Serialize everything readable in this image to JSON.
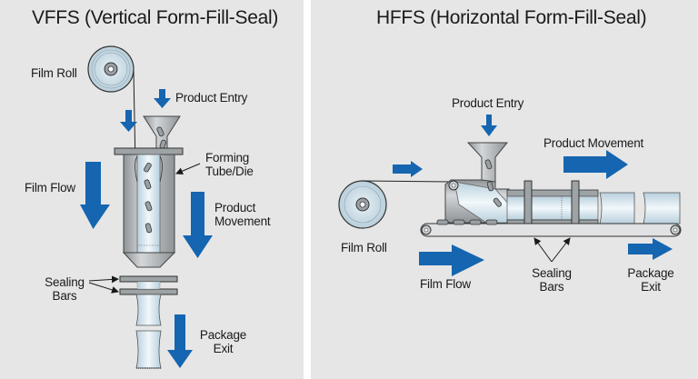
{
  "colors": {
    "background": "#e6e6e6",
    "divider": "#ffffff",
    "arrow_blue": "#1565b0",
    "metal": "#a9aeb2",
    "film": "#d6e6ef",
    "text": "#1a1a1a"
  },
  "vffs": {
    "title": "VFFS (Vertical Form-Fill-Seal)",
    "labels": {
      "film_roll": "Film Roll",
      "product_entry": "Product Entry",
      "forming_1": "Forming",
      "forming_2": "Tube/Die",
      "film_flow": "Film Flow",
      "product_movement_1": "Product",
      "product_movement_2": "Movement",
      "sealing_1": "Sealing",
      "sealing_2": "Bars",
      "package_1": "Package",
      "package_2": "Exit"
    }
  },
  "hffs": {
    "title": "HFFS (Horizontal Form-Fill-Seal)",
    "labels": {
      "product_entry": "Product Entry",
      "product_movement": "Product Movement",
      "film_roll": "Film Roll",
      "film_flow": "Film Flow",
      "sealing_1": "Sealing",
      "sealing_2": "Bars",
      "package_1": "Package",
      "package_2": "Exit"
    }
  }
}
